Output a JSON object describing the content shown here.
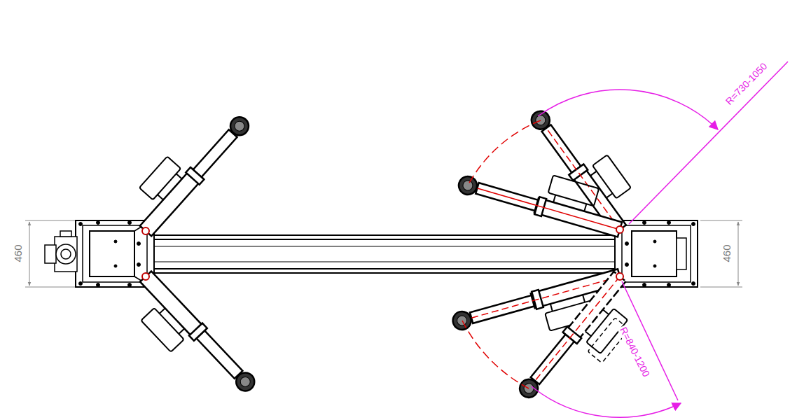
{
  "diagram": {
    "labels": [
      "460",
      "460",
      "R=730-1050",
      "R=840-1200"
    ]
  }
}
